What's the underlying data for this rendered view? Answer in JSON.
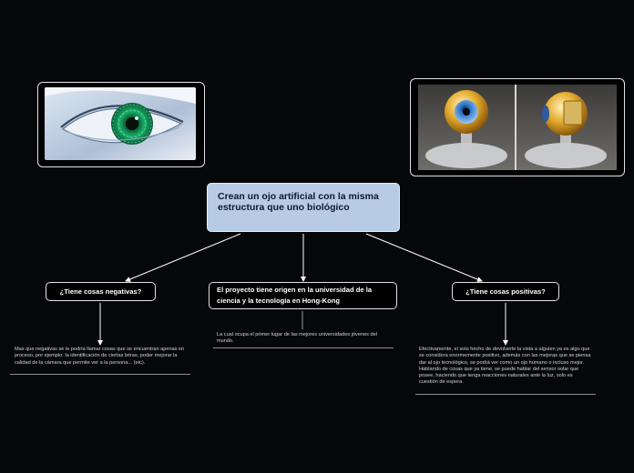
{
  "central_topic": "Crean un ojo artificial con la misma estructura que uno biológico",
  "branches": [
    {
      "label": "¿Tiene cosas negativas?",
      "note": "Mas que negativas se le podría llamar cosas que se encuentran apenas en proceso, por ejemplo: la identificación de ciertas letras, poder mejorar la calidad de la cámara que permite ver a la persona... (etc)."
    },
    {
      "label": "El proyecto tiene origen en la universidad de la ciencia y la tecnología en Hong-Kong",
      "note": "La cual ocupa el primer lugar de las mejores universidades jóvenes del mundo."
    },
    {
      "label": "¿Tiene cosas positivas?",
      "note": "Efectivamente, el solo hecho de devolverle la vista a alguien ya es algo que se considera enormemente positivo, además con las mejoras que se piensa dar al ojo tecnológico, se podrá ver como un ojo humano o incluso mejor. Hablando de cosas que ya tiene, se puede hablar del sensor solar que posee, haciendo que tenga reacciones naturales ante la luz, solo es cuestión de espera."
    }
  ],
  "colors": {
    "background": "#060709",
    "central_fill": "#b8cbe4",
    "topic_border": "#dfe2e8",
    "connector": "#ffffff"
  }
}
